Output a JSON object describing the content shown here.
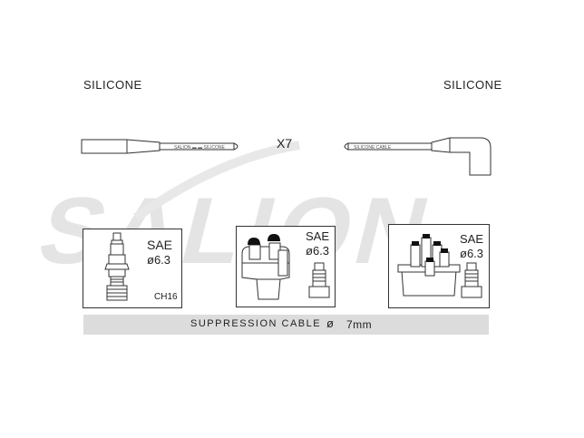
{
  "labels": {
    "left_material": "SILICONE",
    "right_material": "SILICONE",
    "quantity": "X7"
  },
  "watermark": {
    "brand": "SALION",
    "color": "#d9d9d9"
  },
  "boxes": [
    {
      "id": "spark-plug",
      "sae_label": "SAE",
      "diameter": "ø6.3",
      "code": "CH16"
    },
    {
      "id": "ignition-coil",
      "sae_label": "SAE",
      "diameter": "ø6.3"
    },
    {
      "id": "distributor-cap",
      "sae_label": "SAE",
      "diameter": "ø6.3"
    }
  ],
  "cable_band": {
    "label": "SUPPRESSION CABLE",
    "diameter_symbol": "ø",
    "size": "7mm"
  },
  "colors": {
    "line": "#333333",
    "band": "#dcdcdc",
    "boot_dark": "#111111"
  }
}
